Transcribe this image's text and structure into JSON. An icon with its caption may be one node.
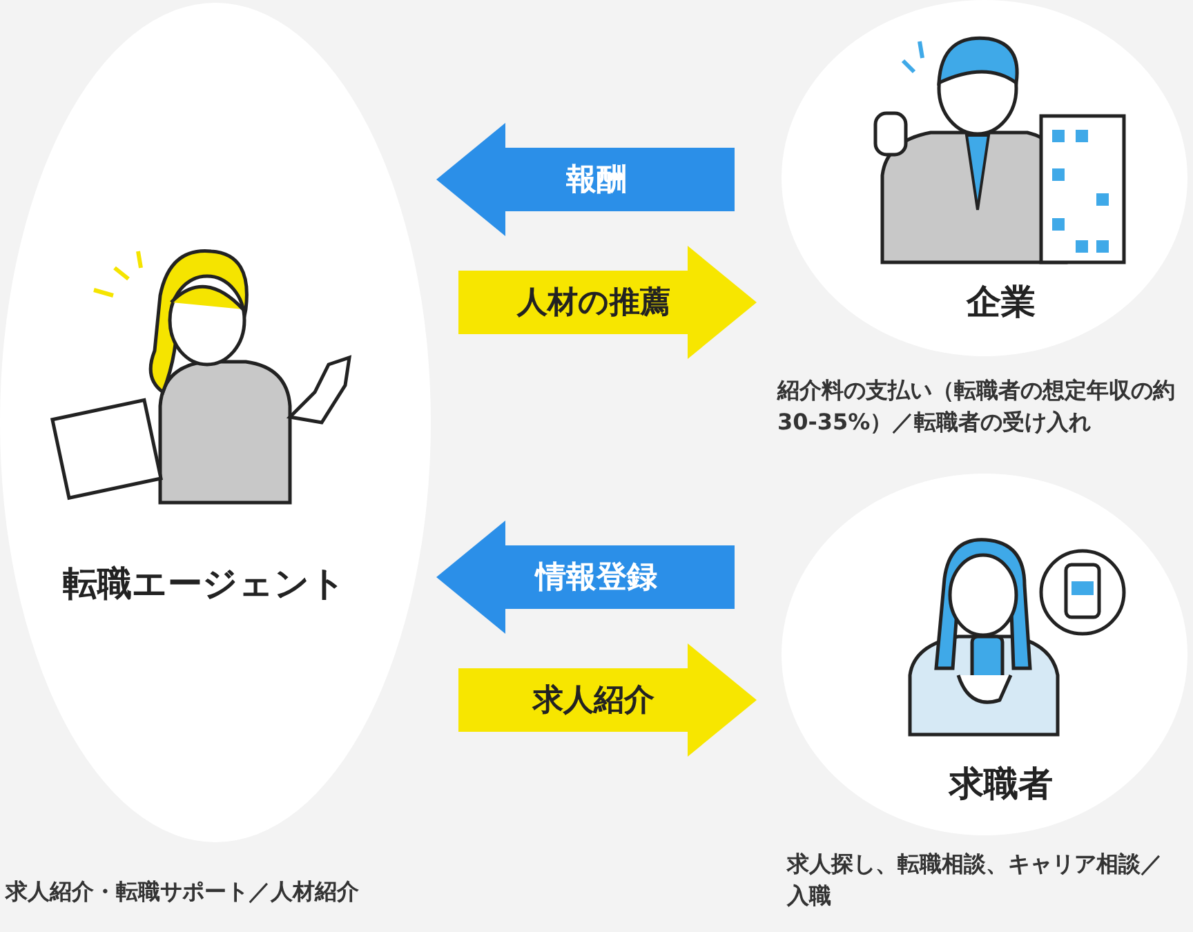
{
  "diagram": {
    "nodes": [
      {
        "text": [
          "転職エージェント"
        ],
        "beside": [
          "求人紹介・転職サポート／人材紹介"
        ]
      },
      {
        "text": [
          "企業"
        ],
        "beside": [
          "紹介料の支払い（転職者の想定年収の約30-35%）／転職者の受け入れ"
        ]
      },
      {
        "text": [
          "求職者"
        ],
        "beside": [
          "求人探し、転職相談、キャリア相談／入職"
        ]
      }
    ],
    "edges": [
      {
        "from": 1,
        "to": 0,
        "arrow": "to",
        "label": "報酬",
        "color": "#2b8fe8"
      },
      {
        "from": 0,
        "to": 1,
        "arrow": "to",
        "label": "人材の推薦",
        "color": "#f7e600"
      },
      {
        "from": 2,
        "to": 0,
        "arrow": "to",
        "label": "情報登録",
        "color": "#2b8fe8"
      },
      {
        "from": 0,
        "to": 2,
        "arrow": "to",
        "label": "求人紹介",
        "color": "#f7e600"
      }
    ]
  }
}
